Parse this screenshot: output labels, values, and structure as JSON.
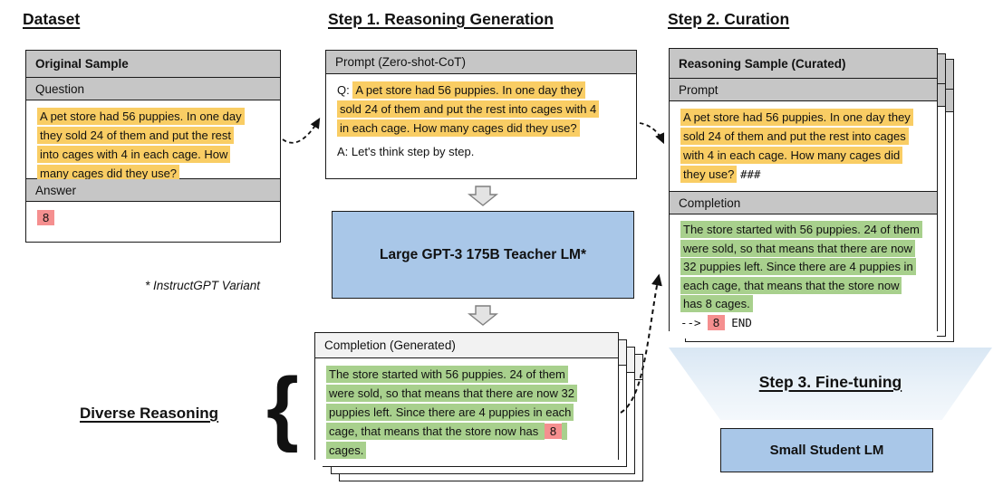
{
  "colors": {
    "highlight_yellow": "#f9cd64",
    "highlight_green": "#a8d08d",
    "highlight_red": "#f58f8f",
    "model_blue": "#a9c7e8",
    "header_gray": "#c6c6c6",
    "header_light": "#f2f2f2"
  },
  "dataset": {
    "title": "Dataset",
    "card": {
      "header": "Original Sample",
      "question_label": "Question",
      "question_text": "A pet store had 56 puppies. In one day they sold 24 of them and put the rest into cages with 4 in each cage. How many cages did they use?",
      "answer_label": "Answer",
      "answer_value": "8"
    },
    "footnote": "* InstructGPT Variant"
  },
  "step1": {
    "title": "Step 1. Reasoning Generation",
    "prompt_card": {
      "header": "Prompt (Zero-shot-CoT)",
      "q_prefix": "Q: ",
      "question_text": "A pet store had 56 puppies. In one day they sold 24 of them and put the rest into cages with 4 in each cage. How many cages did they use?",
      "a_line": "A: Let's think step by step."
    },
    "teacher_lm_label": "Large GPT-3 175B Teacher LM*",
    "completion_card": {
      "header": "Completion (Generated)",
      "reasoning_before": "The store started with 56 puppies. 24 of them were sold, so that means that there are now 32 puppies left.  Since there are 4 puppies in each cage, that means that the store now has ",
      "answer_value": "8",
      "reasoning_after": " cages."
    },
    "diverse_label": "Diverse Reasoning",
    "brace_glyph": "{"
  },
  "step2": {
    "title": "Step 2. Curation",
    "card": {
      "header": "Reasoning Sample (Curated)",
      "prompt_label": "Prompt",
      "prompt_text": "A pet store had 56 puppies. In one day they sold 24 of them and put the rest into cages with 4 in each cage. How many cages did they use?",
      "prompt_suffix": "###",
      "completion_label": "Completion",
      "completion_text": "The store started with 56 puppies. 24 of them were sold, so that means that there are now 32 puppies left.  Since there are 4 puppies in each cage, that means that the store now has 8 cages.",
      "arrow_prefix": "-->",
      "final_answer": "8",
      "end_token": "END"
    }
  },
  "step3": {
    "title": "Step 3. Fine-tuning",
    "student_lm_label": "Small Student LM"
  }
}
